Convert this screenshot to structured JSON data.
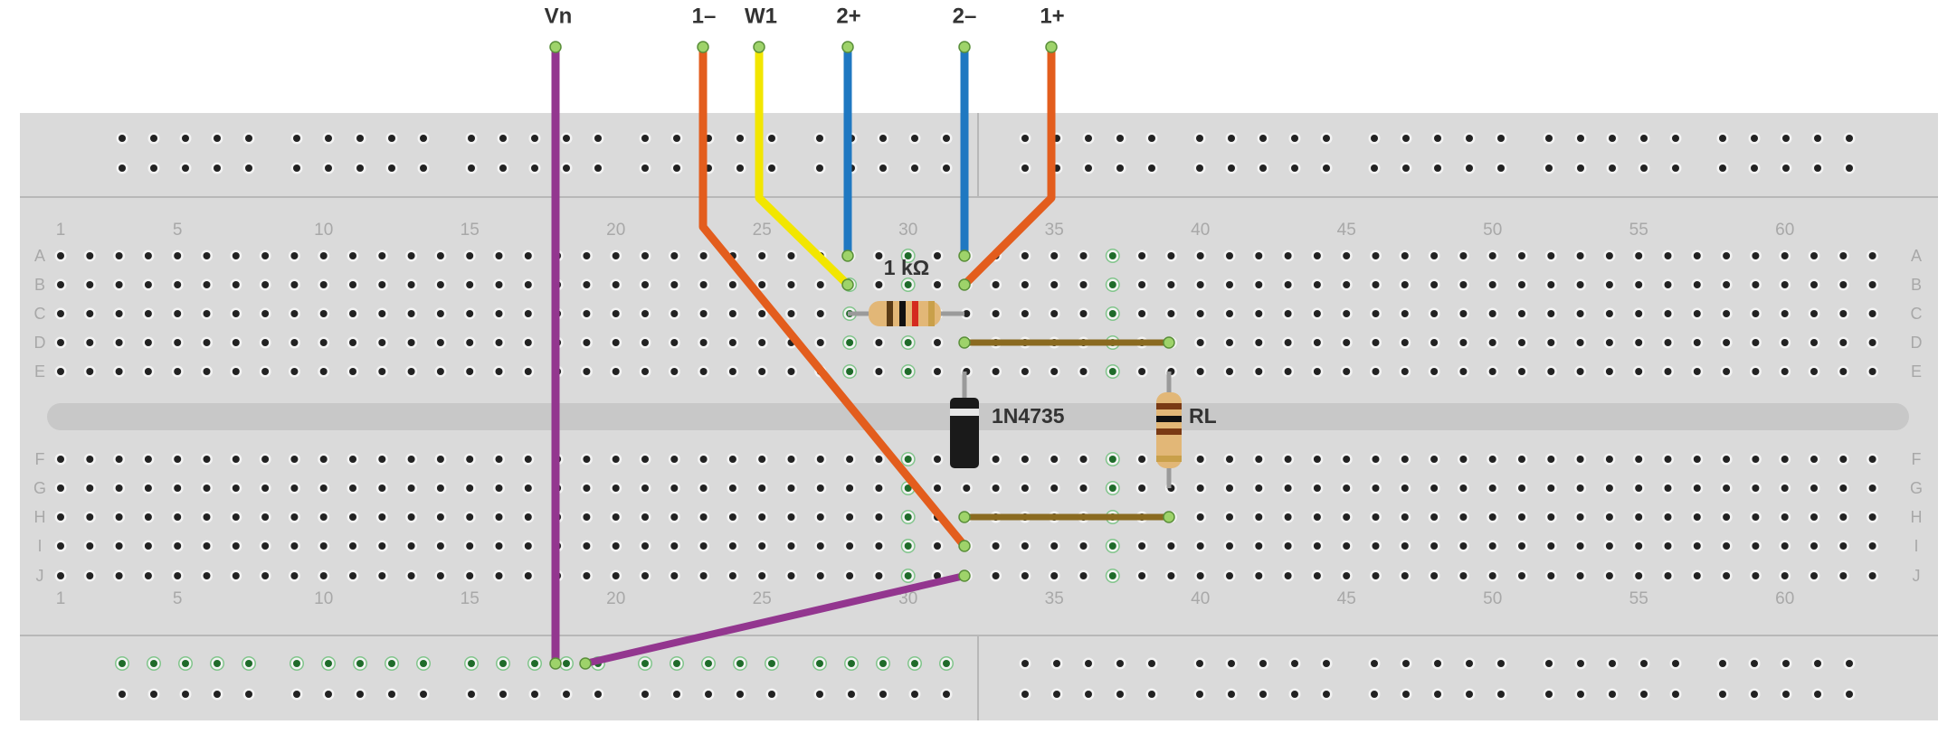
{
  "signal_labels": [
    {
      "id": "vn",
      "text": "Vn"
    },
    {
      "id": "neg1",
      "text": "1–"
    },
    {
      "id": "w1",
      "text": "W1"
    },
    {
      "id": "pos2",
      "text": "2+"
    },
    {
      "id": "neg2",
      "text": "2–"
    },
    {
      "id": "pos1",
      "text": "1+"
    }
  ],
  "rows_top": [
    "A",
    "B",
    "C",
    "D",
    "E"
  ],
  "rows_bottom": [
    "F",
    "G",
    "H",
    "I",
    "J"
  ],
  "column_numbers": [
    "1",
    "5",
    "10",
    "15",
    "20",
    "25",
    "30",
    "35",
    "40",
    "45",
    "50",
    "55",
    "60"
  ],
  "components": {
    "r1_label": "1 kΩ",
    "diode_label": "1N4735",
    "rl_label": "RL"
  },
  "colors": {
    "board": "#dadada",
    "hole": "#222222",
    "active_hole": "#39b54a",
    "wire_purple": "#93368f",
    "wire_orange": "#e35d1d",
    "wire_yellow": "#f2e600",
    "wire_blue": "#1f78c1",
    "wire_olive": "#8a6a20"
  }
}
